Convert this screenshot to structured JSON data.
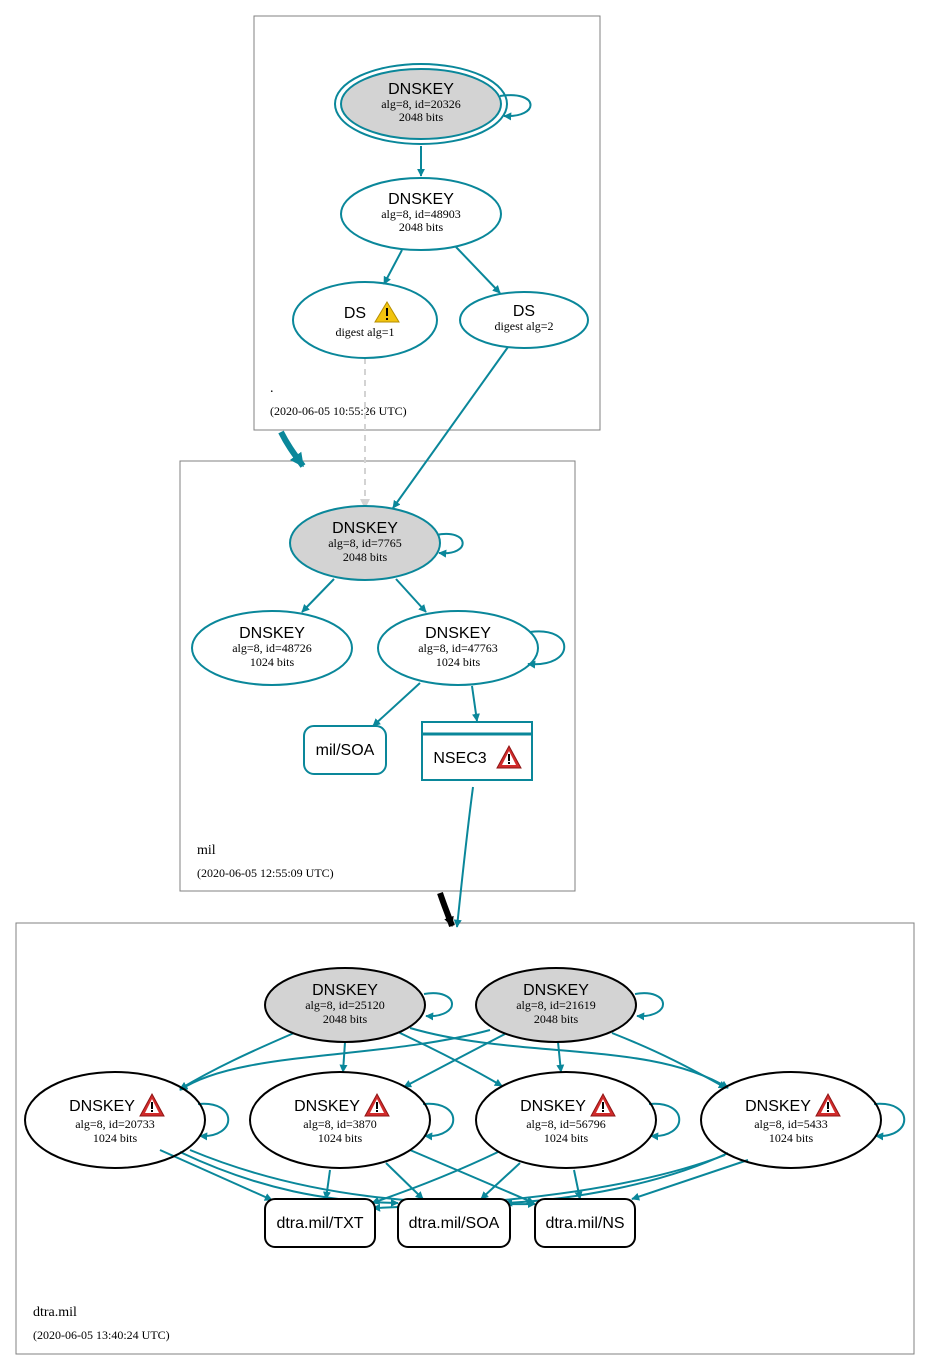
{
  "colors": {
    "teal": "#0a879a",
    "ksk_fill": "#d3d3d3",
    "dashed": "#d3d3d3",
    "black": "#000000",
    "warn_yellow": "#f2c40f",
    "warn_red": "#d12b2b"
  },
  "zones": {
    "root": {
      "name": ".",
      "timestamp": "(2020-06-05 10:55:26 UTC)"
    },
    "mil": {
      "name": "mil",
      "timestamp": "(2020-06-05 12:55:09 UTC)"
    },
    "dtra": {
      "name": "dtra.mil",
      "timestamp": "(2020-06-05 13:40:24 UTC)"
    }
  },
  "nodes": {
    "root_ksk": {
      "title": "DNSKEY",
      "line1": "alg=8, id=20326",
      "line2": "2048 bits"
    },
    "root_zsk": {
      "title": "DNSKEY",
      "line1": "alg=8, id=48903",
      "line2": "2048 bits"
    },
    "ds1": {
      "title": "DS",
      "line1": "digest alg=1",
      "icon": "warning-yellow-icon"
    },
    "ds2": {
      "title": "DS",
      "line1": "digest alg=2"
    },
    "mil_ksk": {
      "title": "DNSKEY",
      "line1": "alg=8, id=7765",
      "line2": "2048 bits"
    },
    "mil_k1": {
      "title": "DNSKEY",
      "line1": "alg=8, id=48726",
      "line2": "1024 bits"
    },
    "mil_k2": {
      "title": "DNSKEY",
      "line1": "alg=8, id=47763",
      "line2": "1024 bits"
    },
    "mil_soa": {
      "title": "mil/SOA"
    },
    "nsec3": {
      "title": "NSEC3",
      "icon": "error-red-icon"
    },
    "d_ksk1": {
      "title": "DNSKEY",
      "line1": "alg=8, id=25120",
      "line2": "2048 bits"
    },
    "d_ksk2": {
      "title": "DNSKEY",
      "line1": "alg=8, id=21619",
      "line2": "2048 bits"
    },
    "d_z1": {
      "title": "DNSKEY",
      "line1": "alg=8, id=20733",
      "line2": "1024 bits",
      "icon": "error-red-icon"
    },
    "d_z2": {
      "title": "DNSKEY",
      "line1": "alg=8, id=3870",
      "line2": "1024 bits",
      "icon": "error-red-icon"
    },
    "d_z3": {
      "title": "DNSKEY",
      "line1": "alg=8, id=56796",
      "line2": "1024 bits",
      "icon": "error-red-icon"
    },
    "d_z4": {
      "title": "DNSKEY",
      "line1": "alg=8, id=5433",
      "line2": "1024 bits",
      "icon": "error-red-icon"
    },
    "d_txt": {
      "title": "dtra.mil/TXT"
    },
    "d_soa": {
      "title": "dtra.mil/SOA"
    },
    "d_ns": {
      "title": "dtra.mil/NS"
    }
  }
}
